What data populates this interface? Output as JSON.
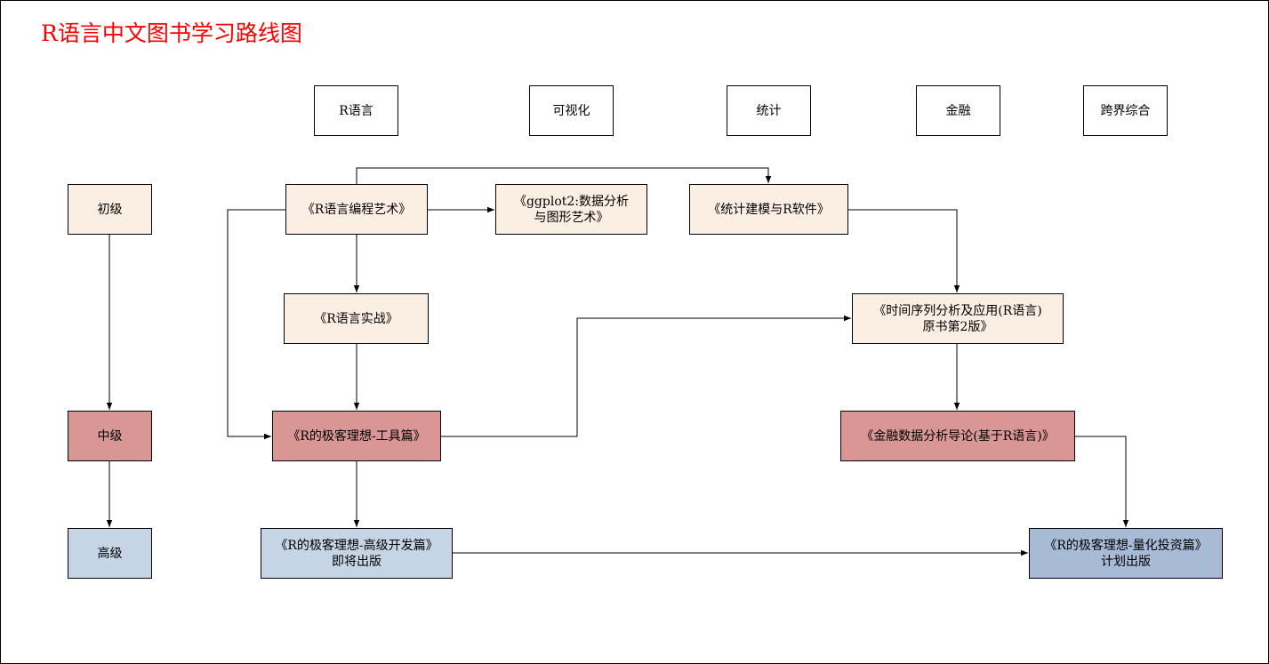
{
  "title": "R语言中文图书学习路线图",
  "colors": {
    "title": "#ff0000",
    "beginner": "#fbeee2",
    "intermediate": "#d99694",
    "advanced": "#c6d5e6",
    "advanced_alt": "#a8bbd6",
    "border": "#000000"
  },
  "columns": [
    "R语言",
    "可视化",
    "统计",
    "金融",
    "跨界综合"
  ],
  "levels": [
    "初级",
    "中级",
    "高级"
  ],
  "books": {
    "r_art": "《R语言编程艺术》",
    "ggplot2": "《ggplot2:数据分析\n与图形艺术》",
    "stat_model": "《统计建模与R软件》",
    "r_in_action": "《R语言实战》",
    "time_series": "《时间序列分析及应用(R语言)\n原书第2版》",
    "geek_tools": "《R的极客理想-工具篇》",
    "finance_intro": "《金融数据分析导论(基于R语言)》",
    "geek_advanced": "《R的极客理想-高级开发篇》\n即将出版",
    "geek_quant": "《R的极客理想-量化投资篇》\n计划出版"
  }
}
